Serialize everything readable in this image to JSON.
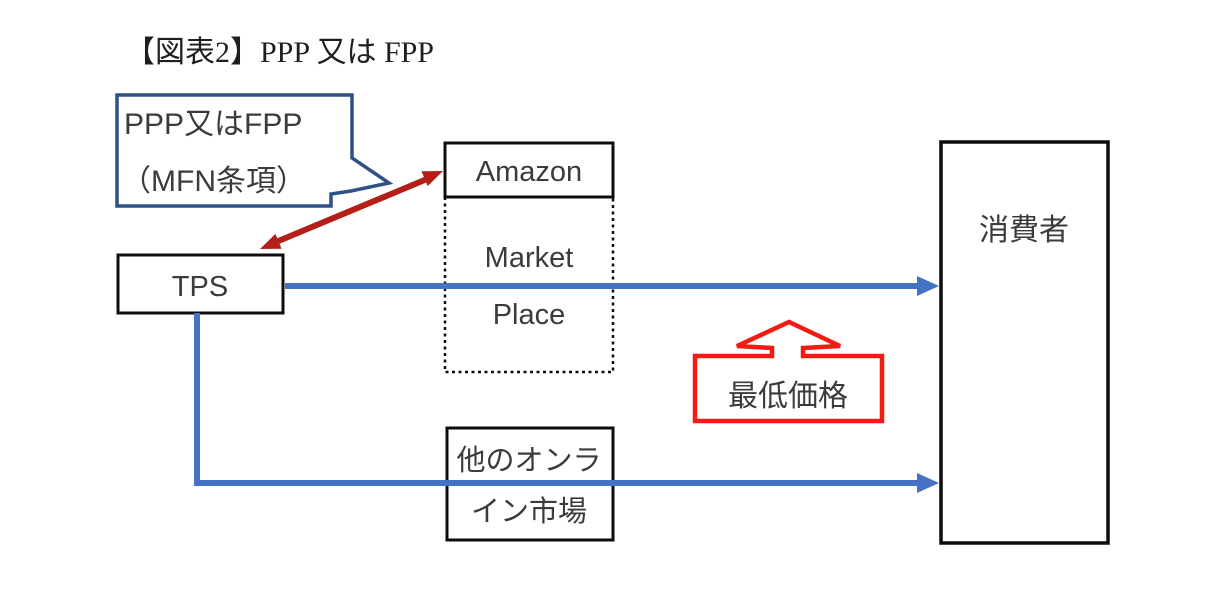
{
  "title": "【図表2】PPP 又は FPP",
  "diagram": {
    "callout": {
      "line1": "PPP又はFPP",
      "line2": "（MFN条項）"
    },
    "nodes": {
      "amazon": "Amazon",
      "marketplace_line1": "Market",
      "marketplace_line2": "Place",
      "tps": "TPS",
      "consumer": "消費者",
      "other_market_line1": "他のオンラ",
      "other_market_line2": "イン市場",
      "min_price": "最低価格"
    },
    "colors": {
      "blue_arrow": "#4472c4",
      "red_double_arrow": "#b41f18",
      "min_price_red": "#f41b15",
      "callout_border": "#2e5186",
      "box_border": "#0d0d0d",
      "text": "#3b3b3b"
    }
  }
}
